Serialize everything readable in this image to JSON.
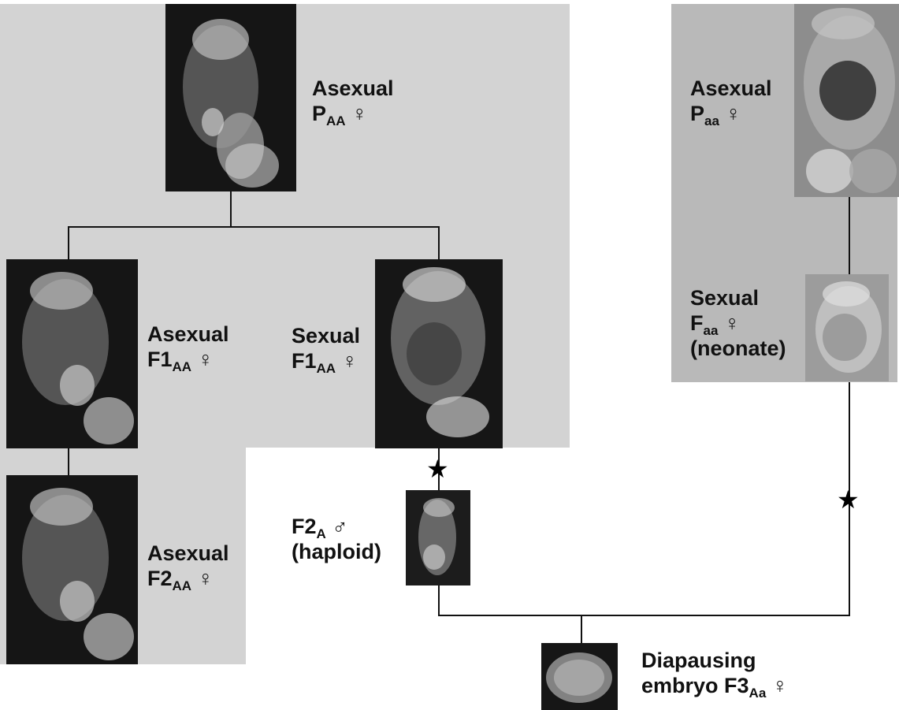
{
  "nodes": {
    "p_aa_parent": {
      "line1": "Asexual",
      "main": "P",
      "sub": "AA",
      "sex": "♀"
    },
    "f1_asexual": {
      "line1": "Asexual",
      "main": "F1",
      "sub": "AA",
      "sex": "♀"
    },
    "f1_sexual": {
      "line1": "Sexual",
      "main": "F1",
      "sub": "AA",
      "sex": "♀"
    },
    "f2_asexual": {
      "line1": "Asexual",
      "main": "F2",
      "sub": "AA",
      "sex": "♀"
    },
    "f2_male": {
      "main": "F2",
      "sub": "A",
      "sex": "♂",
      "line2": "(haploid)"
    },
    "p_aa_recessive": {
      "line1": "Asexual",
      "main": "P",
      "sub": "aa",
      "sex": "♀"
    },
    "f_aa_sexual": {
      "line1": "Sexual",
      "main": "F",
      "sub": "aa",
      "sex": "♀",
      "line3": "(neonate)"
    },
    "f3_embryo": {
      "line1": "Diapausing",
      "main": "embryo F3",
      "sub": "Aa",
      "sex": "♀"
    }
  },
  "markers": {
    "star": "★"
  },
  "colors": {
    "lineage_AA_bg": "#d3d3d3",
    "lineage_aa_bg": "#b9b9b9",
    "photo_dark": "#1a1a1a"
  }
}
